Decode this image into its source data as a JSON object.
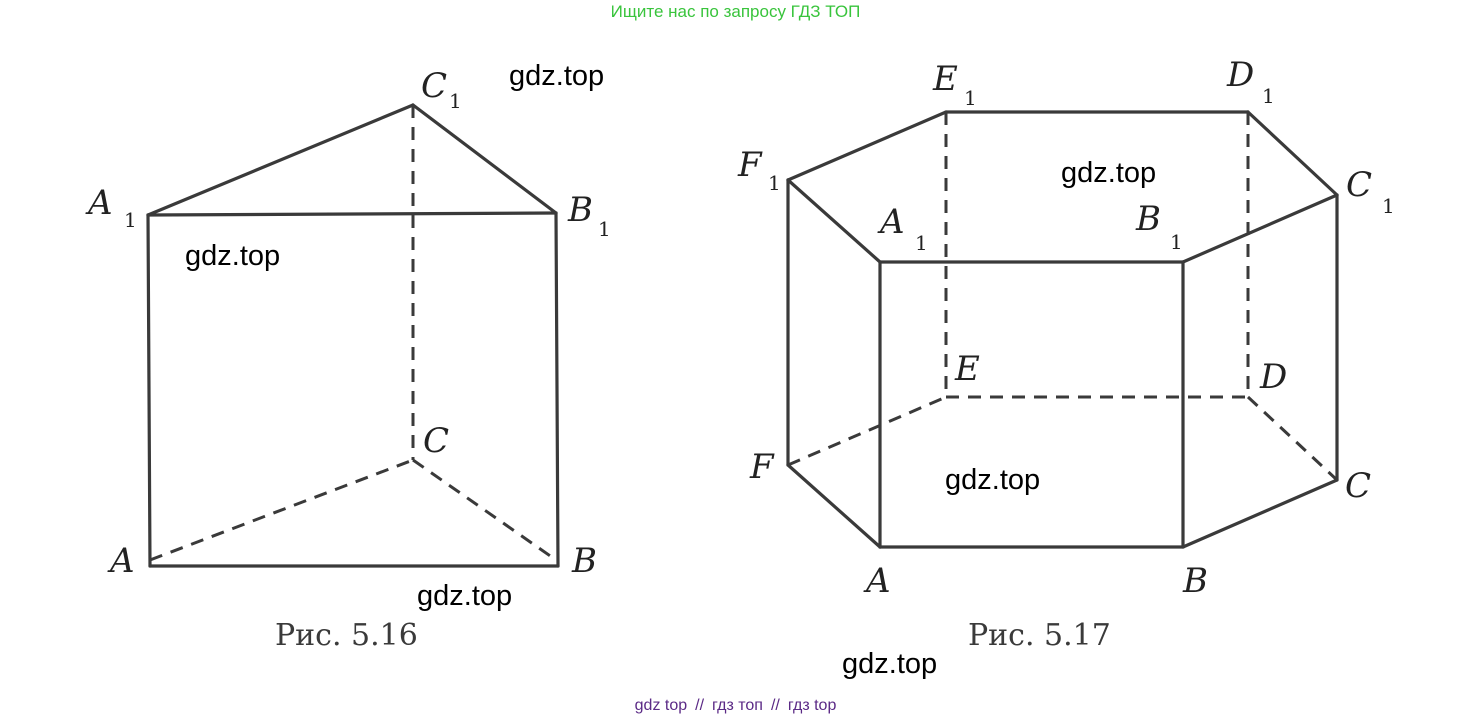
{
  "banner": "Ищите нас по запросу ГДЗ ТОП",
  "watermark": "gdz.top",
  "figure_1": {
    "caption": "Рис. 5.16",
    "labels": {
      "A": "A",
      "B": "B",
      "C": "C",
      "A1": "A",
      "B1": "B",
      "C1": "C",
      "sub": "1"
    }
  },
  "figure_2": {
    "caption": "Рис. 5.17",
    "labels": {
      "A": "A",
      "B": "B",
      "C": "C",
      "D": "D",
      "E": "E",
      "F": "F",
      "A1": "A",
      "B1": "B",
      "C1": "C",
      "D1": "D",
      "E1": "E",
      "F1": "F",
      "sub": "1"
    }
  },
  "footer": {
    "link_1": "gdz top",
    "separator": "//",
    "link_2": "гдз топ",
    "link_3": "гдз top"
  },
  "colors": {
    "banner": "#39c43c",
    "footer": "#5b2a86",
    "lines": "#3a3a3a"
  }
}
